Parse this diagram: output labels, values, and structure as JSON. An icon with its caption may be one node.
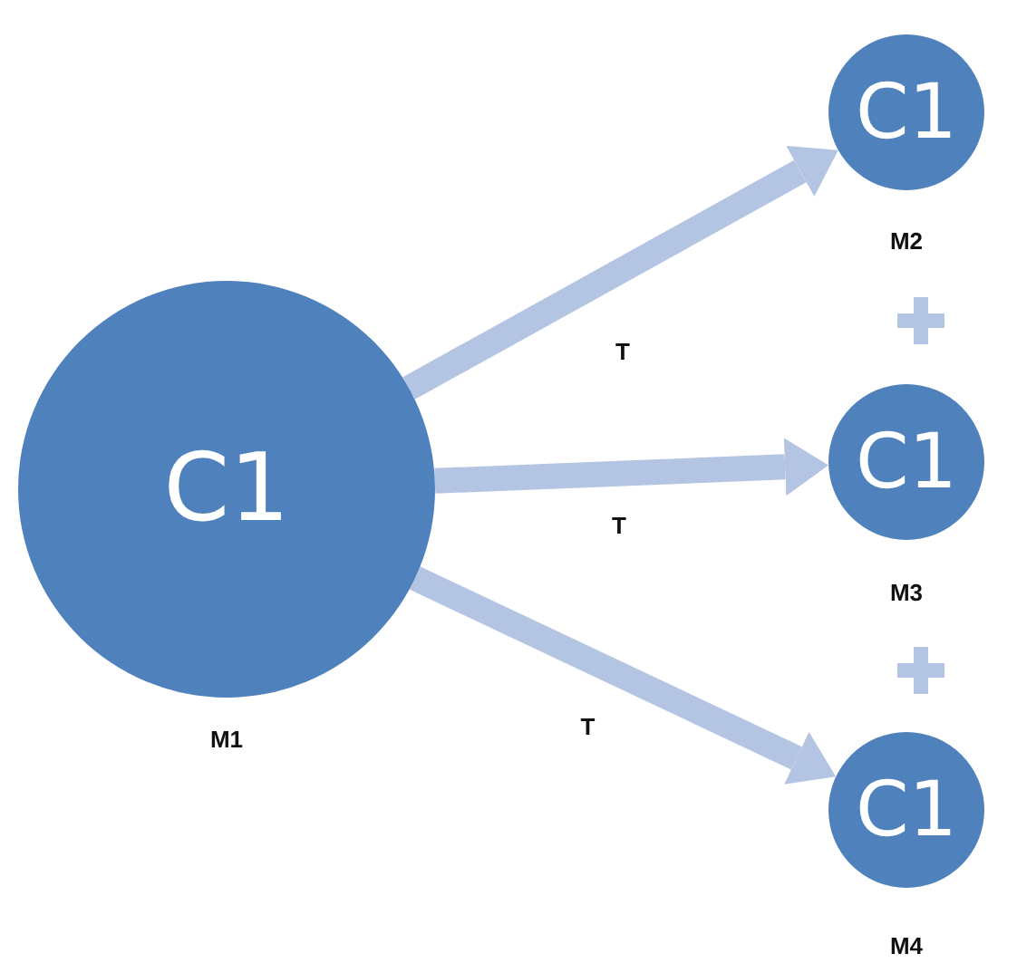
{
  "diagram": {
    "nodes": [
      {
        "text": [
          "C1"
        ],
        "beside": [
          "M1"
        ]
      },
      {
        "text": [
          "C1"
        ],
        "beside": [
          "M2"
        ]
      },
      {
        "text": [
          "C1"
        ],
        "beside": [
          "M3"
        ]
      },
      {
        "text": [
          "C1"
        ],
        "beside": [
          "M4"
        ]
      }
    ],
    "edges": [
      {
        "from": 0,
        "to": 1,
        "arrow": "to",
        "label": "T"
      },
      {
        "from": 0,
        "to": 2,
        "arrow": "to",
        "label": "T"
      },
      {
        "from": 0,
        "to": 3,
        "arrow": "to",
        "label": "T"
      }
    ]
  }
}
